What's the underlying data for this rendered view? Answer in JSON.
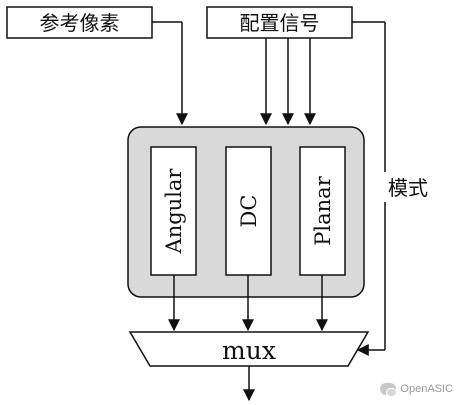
{
  "diagram": {
    "ref_pixels_label": "参考像素",
    "config_signal_label": "配置信号",
    "mode_label": "模式",
    "blocks": [
      "Angular",
      "DC",
      "Planar"
    ],
    "mux_label": "mux"
  },
  "colors": {
    "stroke": "#111111",
    "panel_fill": "#d9d9d9",
    "block_fill": "#ffffff"
  },
  "watermark": {
    "text": "OpenASIC",
    "icon": "wechat-icon"
  }
}
